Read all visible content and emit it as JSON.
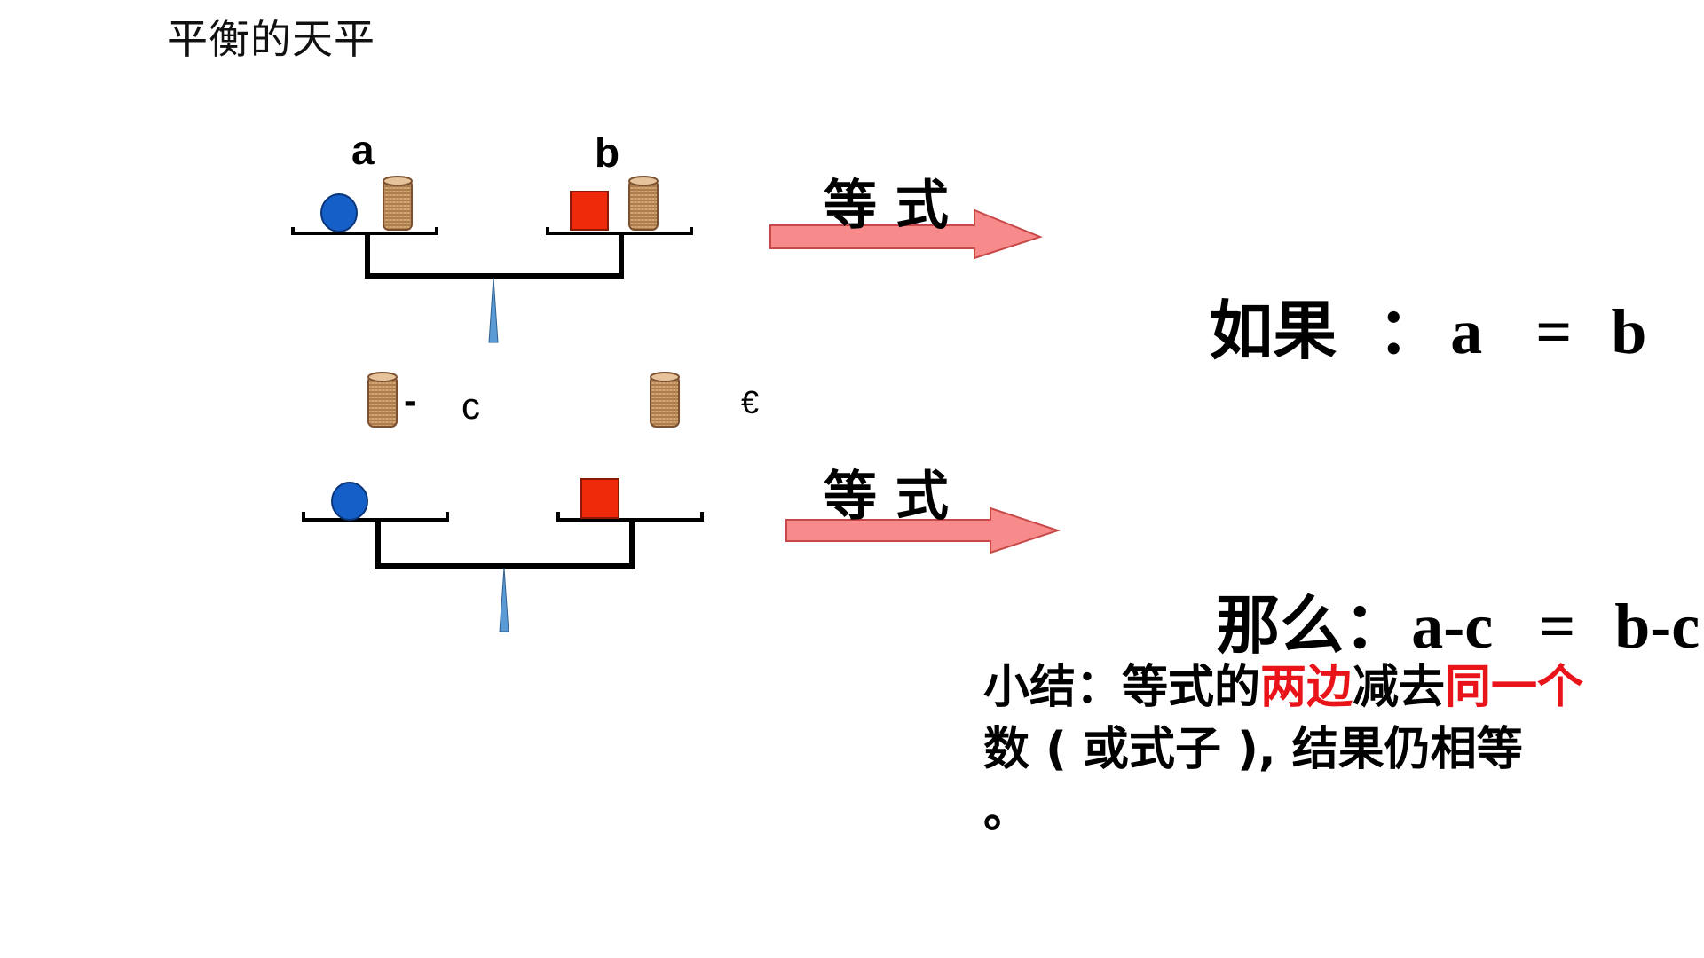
{
  "title": "平衡的天平",
  "top_scale": {
    "left_label": "a",
    "right_label": "b"
  },
  "middle_row": {
    "minus_sign": "-",
    "c_label": "c",
    "euro_label": "€"
  },
  "arrows": {
    "top_text": "等 式",
    "bottom_text": "等 式"
  },
  "equation_1": {
    "prefix": "如果",
    "colon": "：",
    "lhs": "a",
    "equals": "=",
    "rhs": "b"
  },
  "equation_2": {
    "prefix": "那么",
    "colon": "：",
    "lhs": "a-c",
    "equals": "=",
    "rhs": "b-c"
  },
  "summary": {
    "part1": "小结：等式的",
    "part2_red": "两边",
    "part3": "减去",
    "part4_red": "同一个",
    "part5": " 数 ( 或式子 ), 结果仍相等",
    "period": "。"
  },
  "colors": {
    "ball": "#1560c8",
    "box": "#ee2a0a",
    "cylinder": "#c99a6a",
    "pointer": "#5b9bd5",
    "arrow_fill": "#f78b8b",
    "arrow_stroke": "#c84848",
    "highlight": "#e8141a"
  }
}
